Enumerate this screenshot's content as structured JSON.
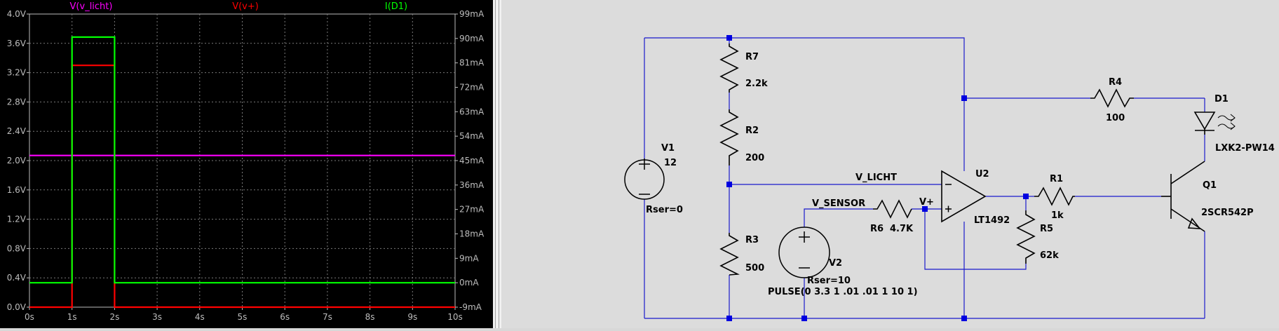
{
  "chart_data": {
    "type": "line",
    "legend": [
      {
        "name": "V(v_licht)",
        "color": "#ff00ff"
      },
      {
        "name": "V(v+)",
        "color": "#ff0000"
      },
      {
        "name": "I(D1)",
        "color": "#00ff00"
      }
    ],
    "x_ticks": [
      "0s",
      "1s",
      "2s",
      "3s",
      "4s",
      "5s",
      "6s",
      "7s",
      "8s",
      "9s",
      "10s"
    ],
    "y_left_ticks": [
      "0.0V",
      "0.4V",
      "0.8V",
      "1.2V",
      "1.6V",
      "2.0V",
      "2.4V",
      "2.8V",
      "3.2V",
      "3.6V",
      "4.0V"
    ],
    "y_right_ticks": [
      "-9mA",
      "0mA",
      "9mA",
      "18mA",
      "27mA",
      "36mA",
      "45mA",
      "54mA",
      "63mA",
      "72mA",
      "81mA",
      "90mA",
      "99mA"
    ],
    "xlim": [
      0,
      10
    ],
    "ylim_left": [
      0,
      4.0
    ],
    "ylim_right": [
      -9,
      99
    ],
    "grid": true,
    "series": [
      {
        "name": "V(v_licht)",
        "axis": "left",
        "color": "#ff00ff",
        "points": [
          [
            0,
            2.07
          ],
          [
            10,
            2.07
          ]
        ]
      },
      {
        "name": "V(v+)",
        "axis": "left",
        "color": "#ff0000",
        "points": [
          [
            0,
            0
          ],
          [
            1,
            0
          ],
          [
            1,
            3.3
          ],
          [
            2,
            3.3
          ],
          [
            2,
            0
          ],
          [
            10,
            0
          ]
        ]
      },
      {
        "name": "I(D1)",
        "axis": "right",
        "color": "#00ff00",
        "points": [
          [
            0,
            0
          ],
          [
            1,
            0
          ],
          [
            1,
            90.5
          ],
          [
            2,
            90.5
          ],
          [
            2,
            0
          ],
          [
            10,
            0
          ]
        ]
      }
    ]
  },
  "schematic": {
    "labels": {
      "r7": "R7",
      "r7_val": "2.2k",
      "r2": "R2",
      "r2_val": "200",
      "r3": "R3",
      "r3_val": "500",
      "r4": "R4",
      "r4_val": "100",
      "r1": "R1",
      "r1_val": "1k",
      "r5": "R5",
      "r5_val": "62k",
      "r6": "R6",
      "r6_val": "4.7K",
      "v1": "V1",
      "v1_val": "12",
      "v1_rser": "Rser=0",
      "v2": "V2",
      "v2_rser": "Rser=10",
      "v2_pulse": "PULSE(0 3.3 1 .01 .01 1 10 1)",
      "u2": "U2",
      "u2_val": "LT1492",
      "d1": "D1",
      "d1_val": "LXK2-PW14",
      "q1": "Q1",
      "q1_val": "2SCR542P",
      "net_vlicht": "V_LICHT",
      "net_vsensor": "V_SENSOR",
      "net_vplus": "V+"
    }
  }
}
